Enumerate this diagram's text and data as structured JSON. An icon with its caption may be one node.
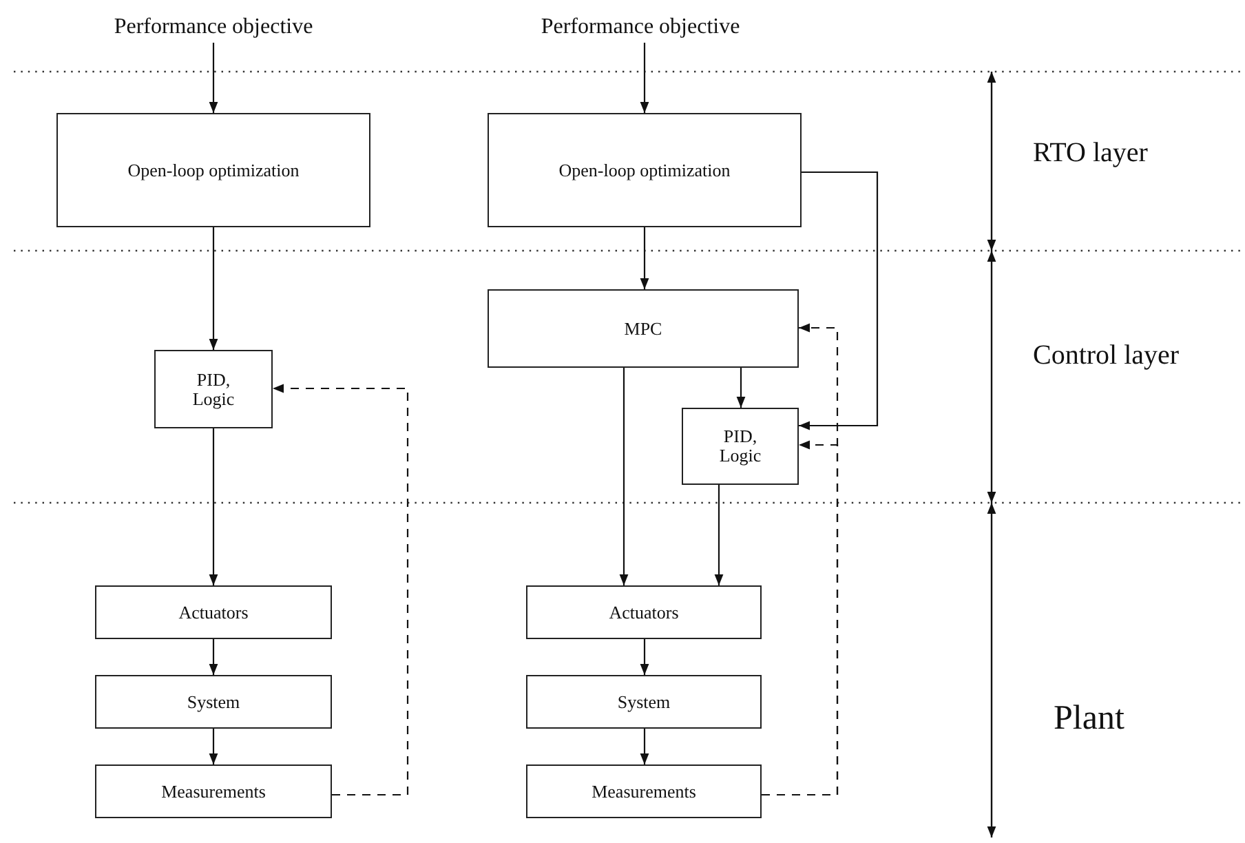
{
  "diagram": {
    "nodes": [
      {
        "text": [
          "Performance objective"
        ]
      },
      {
        "text": [
          "Performance objective"
        ]
      },
      {
        "text": [
          "Open-loop optimization"
        ]
      },
      {
        "text": [
          "Open-loop optimization"
        ]
      },
      {
        "text": [
          "MPC"
        ]
      },
      {
        "text": [
          "PID, Logic"
        ]
      },
      {
        "text": [
          "PID, Logic"
        ]
      },
      {
        "text": [
          "Actuators"
        ]
      },
      {
        "text": [
          "System"
        ]
      },
      {
        "text": [
          "Measurements"
        ]
      },
      {
        "text": [
          "Actuators"
        ]
      },
      {
        "text": [
          "System"
        ]
      },
      {
        "text": [
          "Measurements"
        ]
      }
    ],
    "edges": [
      {
        "from": 0,
        "to": 2,
        "arrow": "to"
      },
      {
        "from": 2,
        "to": 5,
        "arrow": "to"
      },
      {
        "from": 5,
        "to": 7,
        "arrow": "to"
      },
      {
        "from": 7,
        "to": 8,
        "arrow": "to"
      },
      {
        "from": 8,
        "to": 9,
        "arrow": "to"
      },
      {
        "from": 9,
        "to": 5,
        "arrow": "to",
        "style": "dashed"
      },
      {
        "from": 1,
        "to": 3,
        "arrow": "to"
      },
      {
        "from": 3,
        "to": 4,
        "arrow": "to"
      },
      {
        "from": 3,
        "to": 6,
        "arrow": "to"
      },
      {
        "from": 4,
        "to": 6,
        "arrow": "to"
      },
      {
        "from": 4,
        "to": 10,
        "arrow": "to"
      },
      {
        "from": 6,
        "to": 10,
        "arrow": "to"
      },
      {
        "from": 10,
        "to": 11,
        "arrow": "to"
      },
      {
        "from": 11,
        "to": 12,
        "arrow": "to"
      },
      {
        "from": 12,
        "to": 4,
        "arrow": "to",
        "style": "dashed"
      },
      {
        "from": 12,
        "to": 6,
        "arrow": "to",
        "style": "dashed"
      }
    ],
    "labels": [
      "RTO layer",
      "Control layer",
      "Plant"
    ]
  }
}
